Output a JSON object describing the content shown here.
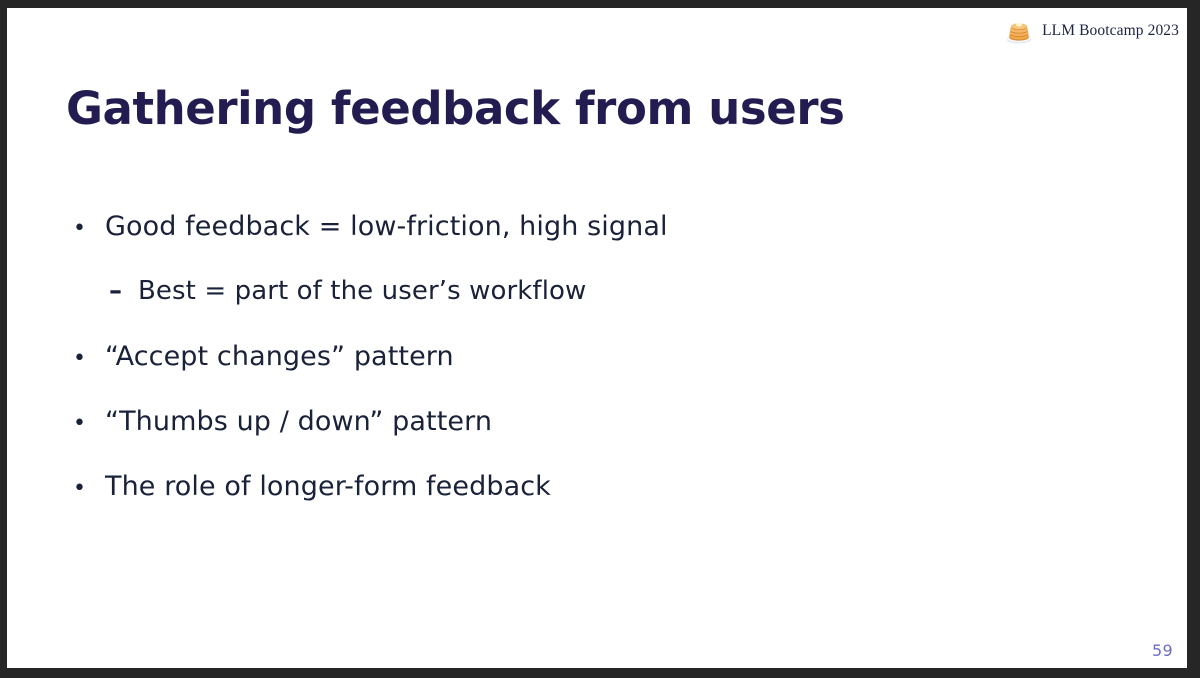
{
  "slide": {
    "title": "Gathering feedback from users",
    "page_number": "59",
    "background_color": "#ffffff",
    "frame_color": "#262626",
    "title_color": "#231c50",
    "body_color": "#1a2239",
    "page_number_color": "#6a6fc4"
  },
  "brand": {
    "logo_icon": "pancakes-icon",
    "text": "LLM Bootcamp 2023"
  },
  "bullets": [
    {
      "level": 1,
      "marker": "•",
      "text": "Good feedback = low-friction, high signal"
    },
    {
      "level": 2,
      "marker": "–",
      "text": "Best = part of the user’s workflow"
    },
    {
      "level": 1,
      "marker": "•",
      "text": "“Accept changes” pattern"
    },
    {
      "level": 1,
      "marker": "•",
      "text": "“Thumbs up / down” pattern"
    },
    {
      "level": 1,
      "marker": "•",
      "text": "The role of longer-form feedback"
    }
  ]
}
